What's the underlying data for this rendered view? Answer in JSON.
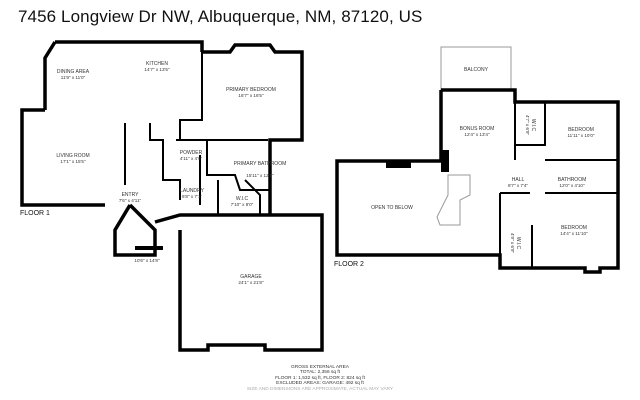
{
  "title": "7456 Longview Dr NW, Albuquerque, NM, 87120, US",
  "floor1": {
    "label": "FLOOR 1",
    "rooms": [
      {
        "name": "DINING AREA",
        "dims": "11'9\" x 11'0\""
      },
      {
        "name": "KITCHEN",
        "dims": "14'7\" x 13'5\""
      },
      {
        "name": "PRIMARY BEDROOM",
        "dims": "16'7\" x 16'5\""
      },
      {
        "name": "LIVING ROOM",
        "dims": "17'1\" x 15'5\""
      },
      {
        "name": "POWDER",
        "dims": "4'11\" x 4'9\""
      },
      {
        "name": "PRIMARY BATHROOM",
        "dims": "15'11\" x 12'1\""
      },
      {
        "name": "LAUNDRY",
        "dims": "6'8\" x 7'1\""
      },
      {
        "name": "W.I.C",
        "dims": "7'10\" x 8'0\""
      },
      {
        "name": "ENTRY",
        "dims": "7'6\" x 4'11\""
      },
      {
        "name": "",
        "dims": "10'6\" x 14'8\""
      },
      {
        "name": "GARAGE",
        "dims": "24'1\" x 21'8\""
      }
    ]
  },
  "floor2": {
    "label": "FLOOR 2",
    "rooms": [
      {
        "name": "BALCONY",
        "dims": ""
      },
      {
        "name": "BONUS ROOM",
        "dims": "12'4\" x 13'4\""
      },
      {
        "name": "W.I.C",
        "dims": "4'7\" x 6'9\""
      },
      {
        "name": "BEDROOM",
        "dims": "11'11\" x 10'0\""
      },
      {
        "name": "OPEN TO BELOW",
        "dims": ""
      },
      {
        "name": "HALL",
        "dims": "8'7\" x 7'4\""
      },
      {
        "name": "BATHROOM",
        "dims": "12'0\" x 4'10\""
      },
      {
        "name": "W.I.C",
        "dims": "4'9\" x 6'9\""
      },
      {
        "name": "BEDROOM",
        "dims": "14'4\" x 11'10\""
      }
    ]
  },
  "footer": {
    "heading": "GROSS EXTERNAL AREA",
    "total": "TOTAL: 2,356 sq ft",
    "floors": "FLOOR 1: 1,532 sq ft, FLOOR 2: 824 sq ft",
    "excluded": "EXCLUDED AREAS: GARAGE: 492 sq ft",
    "note": "SIZE AND DIMENSIONS ARE APPROXIMATE, ACTUAL MAY VARY"
  }
}
